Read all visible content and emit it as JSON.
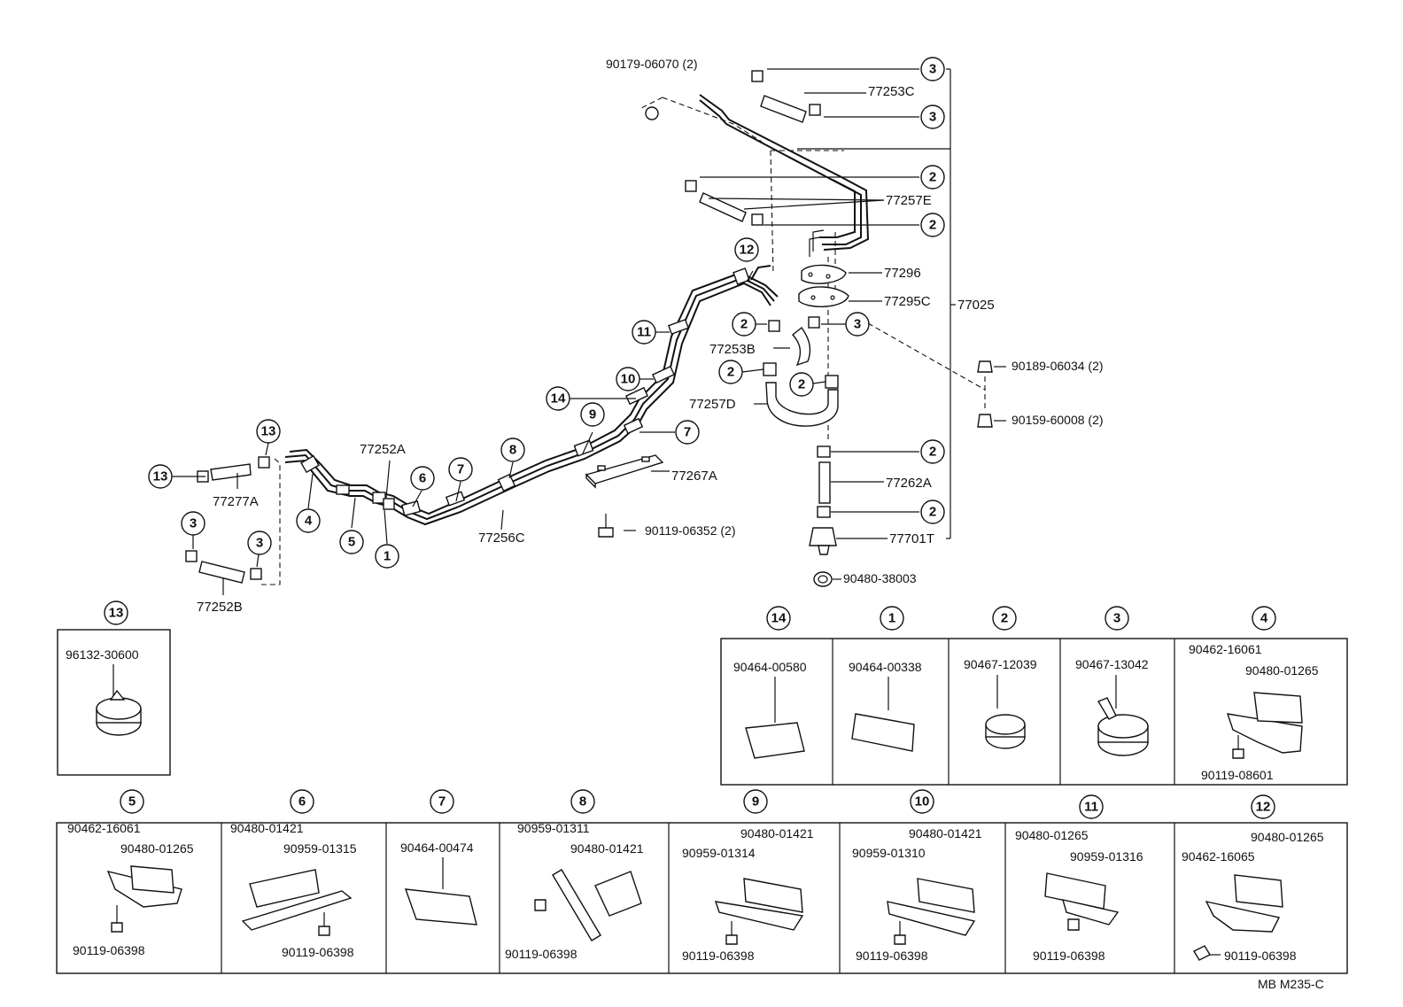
{
  "main_labels": {
    "p90179": "90179-06070 (2)",
    "p77253c": "77253C",
    "p77257e": "77257E",
    "p77296": "77296",
    "p77295c": "77295C",
    "p77025": "77025",
    "p77253b": "77253B",
    "p77257d": "77257D",
    "p90189": "90189-06034 (2)",
    "p90159": "90159-60008 (2)",
    "p77262a": "77262A",
    "p77701t": "77701T",
    "p90480_38003": "90480-38003",
    "p77252a": "77252A",
    "p77267a": "77267A",
    "p90119_06352": "90119-06352 (2)",
    "p77256c": "77256C",
    "p77277a": "77277A",
    "p77252b": "77252B"
  },
  "callouts": {
    "c1": "1",
    "c2": "2",
    "c3": "3",
    "c4": "4",
    "c5": "5",
    "c6": "6",
    "c7": "7",
    "c8": "8",
    "c9": "9",
    "c10": "10",
    "c11": "11",
    "c12": "12",
    "c13": "13",
    "c14": "14"
  },
  "detail13": {
    "num": "13",
    "part": "96132-30600"
  },
  "detail_row1": {
    "d14": {
      "num": "14",
      "parts": [
        "90464-00580"
      ]
    },
    "d1": {
      "num": "1",
      "parts": [
        "90464-00338"
      ]
    },
    "d2": {
      "num": "2",
      "parts": [
        "90467-12039"
      ]
    },
    "d3": {
      "num": "3",
      "parts": [
        "90467-13042"
      ]
    },
    "d4": {
      "num": "4",
      "parts": [
        "90462-16061",
        "90480-01265",
        "90119-08601"
      ]
    }
  },
  "detail_row2": {
    "d5": {
      "num": "5",
      "parts": [
        "90462-16061",
        "90480-01265",
        "90119-06398"
      ]
    },
    "d6": {
      "num": "6",
      "parts": [
        "90480-01421",
        "90959-01315",
        "90119-06398"
      ]
    },
    "d7": {
      "num": "7",
      "parts": [
        "90464-00474"
      ]
    },
    "d8": {
      "num": "8",
      "parts": [
        "90959-01311",
        "90480-01421",
        "90119-06398"
      ]
    },
    "d9": {
      "num": "9",
      "parts": [
        "90480-01421",
        "90959-01314",
        "90119-06398"
      ]
    },
    "d10": {
      "num": "10",
      "parts": [
        "90480-01421",
        "90959-01310",
        "90119-06398"
      ]
    },
    "d11": {
      "num": "11",
      "parts": [
        "90480-01265",
        "90959-01316",
        "90119-06398"
      ]
    },
    "d12": {
      "num": "12",
      "parts": [
        "90480-01265",
        "90462-16065",
        "90119-06398"
      ]
    }
  },
  "footer_code": "MB  M235-C"
}
